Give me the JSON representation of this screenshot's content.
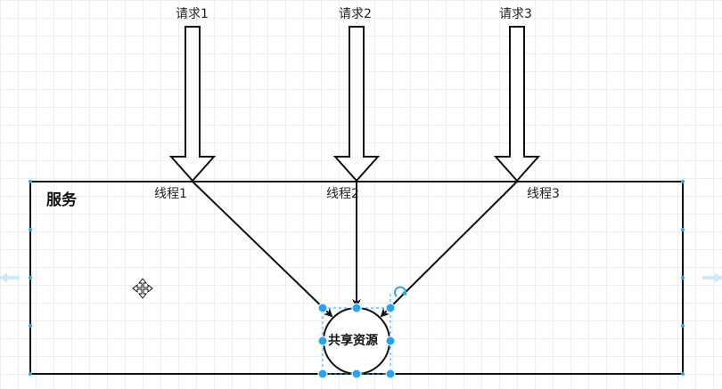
{
  "diagram": {
    "requests": [
      "请求1",
      "请求2",
      "请求3"
    ],
    "threads": [
      "线程1",
      "线程2",
      "线程3"
    ],
    "service_label": "服务",
    "resource_label": "共享资源"
  },
  "colors": {
    "stroke": "#111111",
    "selection": "#29a3f0",
    "guide": "#cfe8fb",
    "grid": "#eceef2"
  },
  "icons": [
    "move-cursor-icon",
    "rotate-handle-icon"
  ]
}
